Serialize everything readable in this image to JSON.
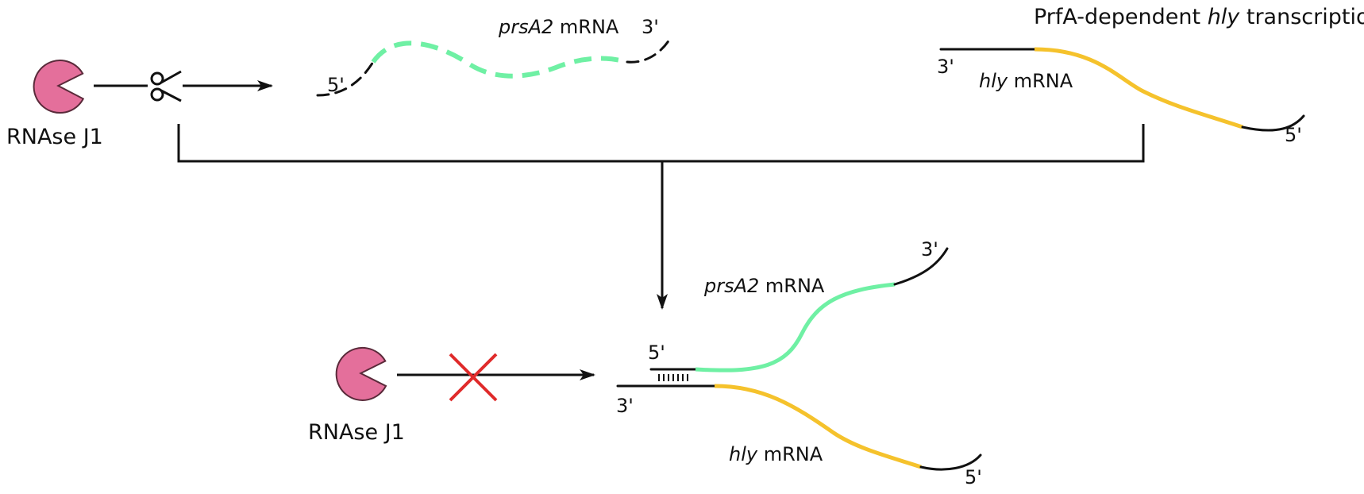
{
  "colors": {
    "enzyme": "#e46f9b",
    "enzyme_outline": "#5a2a3a",
    "prsA2_segment": "#6ff0a4",
    "hly_segment": "#f5c22c",
    "blocked_cross": "#e02a2a",
    "line": "#111111"
  },
  "top_left": {
    "enzyme_label": "RNAse J1",
    "cleavage_icon": "scissors-icon"
  },
  "top_middle": {
    "name_italic": "prsA2",
    "name_rest": " mRNA",
    "five_prime": "5'",
    "three_prime": "3'"
  },
  "top_right": {
    "title_part1": "PrfA-dependent ",
    "title_italic": "hly",
    "title_part2": " transcription",
    "name_italic": "hly",
    "name_rest": " mRNA",
    "three_prime": "3'",
    "five_prime": "5'"
  },
  "bottom": {
    "enzyme_label": "RNAse J1",
    "blocked_icon": "cross-icon",
    "prsA2_italic": "prsA2",
    "prsA2_rest": " mRNA",
    "prsA2_three_prime": "3'",
    "duplex_five_prime": "5'",
    "duplex_three_prime": "3'",
    "hly_italic": "hly",
    "hly_rest": " mRNA",
    "hly_five_prime": "5'"
  }
}
